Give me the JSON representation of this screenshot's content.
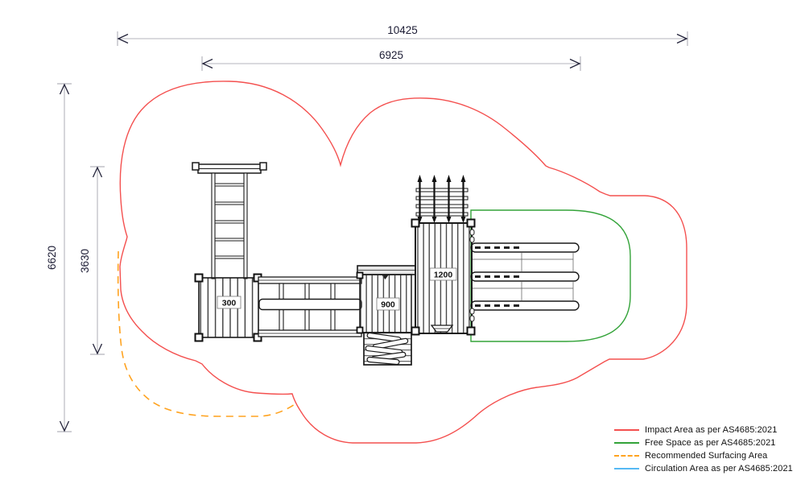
{
  "dimensions": {
    "top_outer": {
      "value": "10425"
    },
    "top_inner": {
      "value": "6925"
    },
    "left_outer": {
      "value": "6620"
    },
    "left_inner": {
      "value": "3630"
    }
  },
  "equipment": {
    "labels": [
      {
        "id": "platform-300",
        "value": "300"
      },
      {
        "id": "platform-900",
        "value": "900"
      },
      {
        "id": "tower-1200",
        "value": "1200"
      }
    ]
  },
  "legend": {
    "items": [
      {
        "label": "Impact Area as per AS4685:2021",
        "color": "#f4504f",
        "line_style": "solid"
      },
      {
        "label": "Free Space as per AS4685:2021",
        "color": "#33a339",
        "line_style": "solid"
      },
      {
        "label": "Recommended Surfacing Area",
        "color": "#ffa320",
        "line_style": "dashed"
      },
      {
        "label": "Circulation Area as per AS4685:2021",
        "color": "#56b9f4",
        "line_style": "solid"
      }
    ]
  },
  "colors": {
    "impact_area": "#f4504f",
    "free_space": "#33a339",
    "surfacing": "#ffa320",
    "circulation": "#56b9f4",
    "dimension_line": "#b4b4bc",
    "dimension_text": "#1d1d35",
    "drawing_stroke": "#1a1a1a"
  }
}
